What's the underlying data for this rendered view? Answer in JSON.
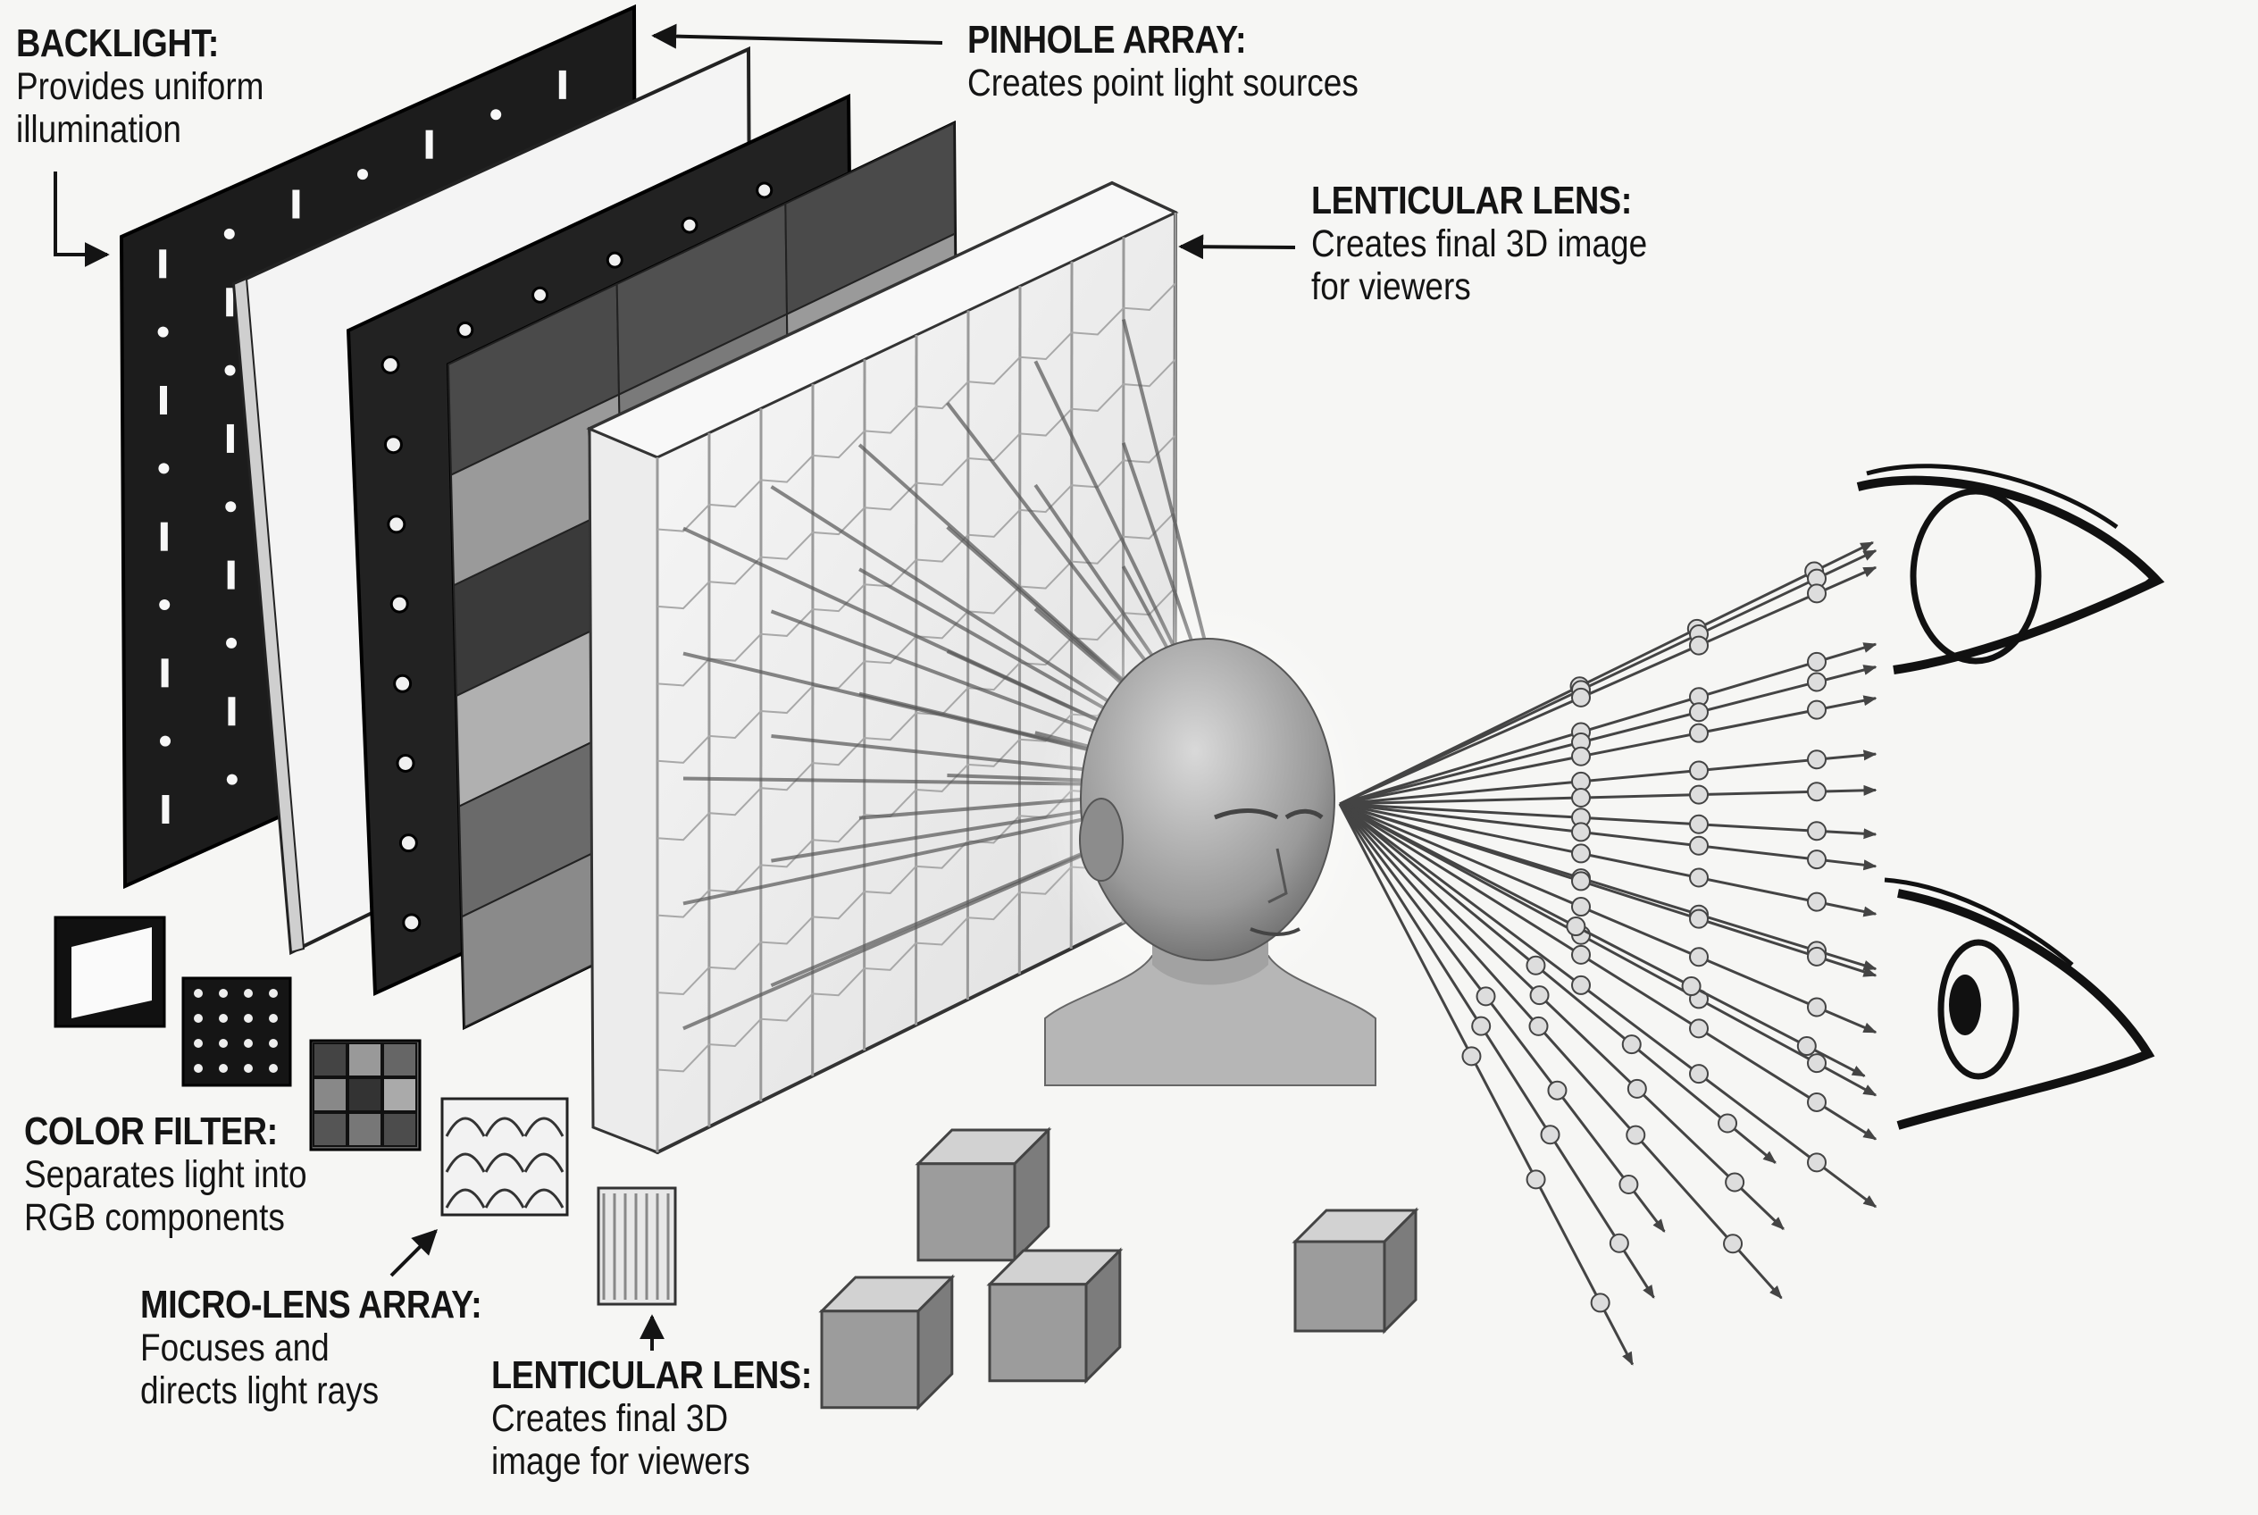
{
  "labels": {
    "backlight": {
      "title": "BACKLIGHT:",
      "line1": "Provides uniform",
      "line2": "illumination"
    },
    "pinhole": {
      "title": "PINHOLE ARRAY:",
      "line1": "Creates point light sources"
    },
    "lenticular_top": {
      "title": "LENTICULAR LENS:",
      "line1": "Creates final 3D image",
      "line2": "for viewers"
    },
    "color_filter": {
      "title": "COLOR FILTER:",
      "line1": "Separates light into",
      "line2": "RGB components"
    },
    "micro_lens": {
      "title": "MICRO-LENS ARRAY:",
      "line1": "Focuses and",
      "line2": "directs light rays"
    },
    "lenticular_bottom": {
      "title": "LENTICULAR LENS:",
      "line1": "Creates final 3D",
      "line2": "image for viewers"
    }
  },
  "colors": {
    "ink": "#141414",
    "panel_dark": "#1c1c1c",
    "panel_light": "#f4f4f4",
    "gray_mid": "#8e8e8e",
    "background": "#f6f6f4"
  }
}
